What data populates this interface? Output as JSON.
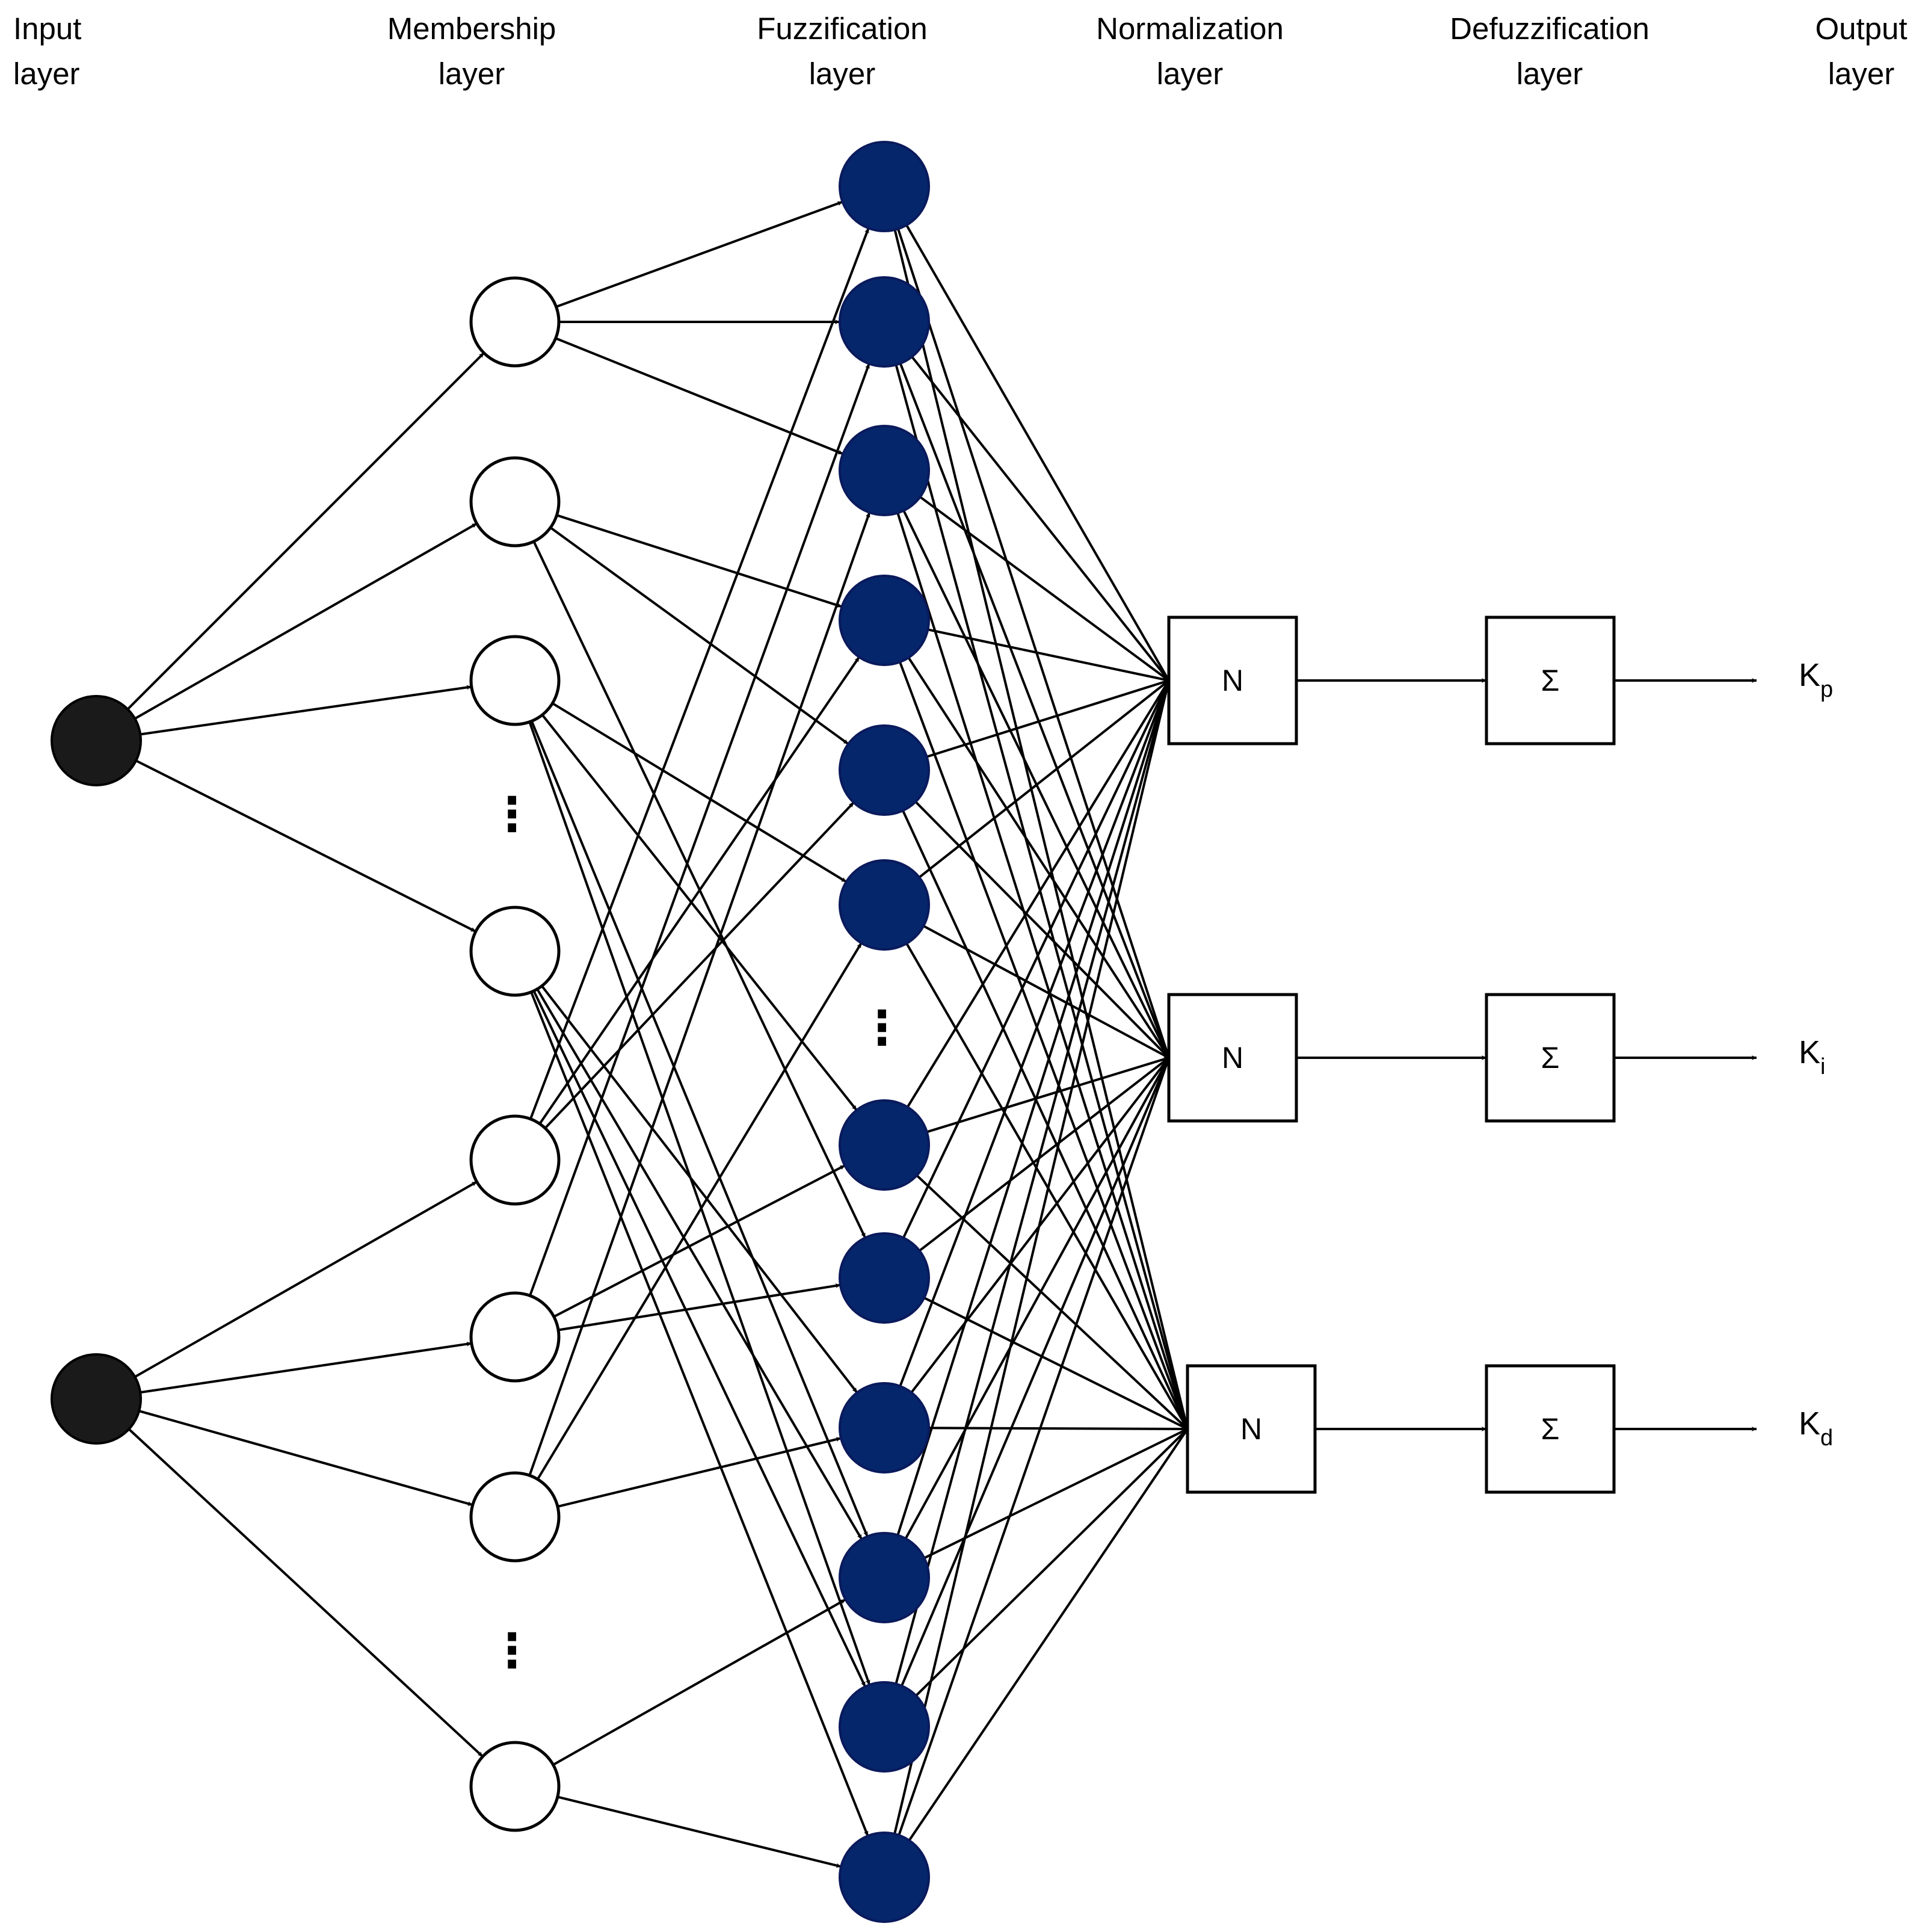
{
  "layers": {
    "input": {
      "line1": "Input",
      "line2": "layer"
    },
    "membership": {
      "line1": "Membership",
      "line2": "layer"
    },
    "fuzzification": {
      "line1": "Fuzzification",
      "line2": "layer"
    },
    "normalization": {
      "line1": "Normalization",
      "line2": "layer"
    },
    "defuzzification": {
      "line1": "Defuzzification",
      "line2": "layer"
    },
    "output": {
      "line1": "Output",
      "line2": "layer"
    }
  },
  "normalization_nodes": [
    "N",
    "N",
    "N"
  ],
  "defuzzification_nodes": [
    "Σ",
    "Σ",
    "Σ"
  ],
  "outputs": [
    {
      "base": "K",
      "sub": "p"
    },
    {
      "base": "K",
      "sub": "i"
    },
    {
      "base": "K",
      "sub": "d"
    }
  ],
  "ellipsis": "⋮",
  "colors": {
    "input_node": "#1a1a1a",
    "fuzzification_node": "#05266b",
    "membership_node": "#ffffff",
    "line": "#000000"
  }
}
